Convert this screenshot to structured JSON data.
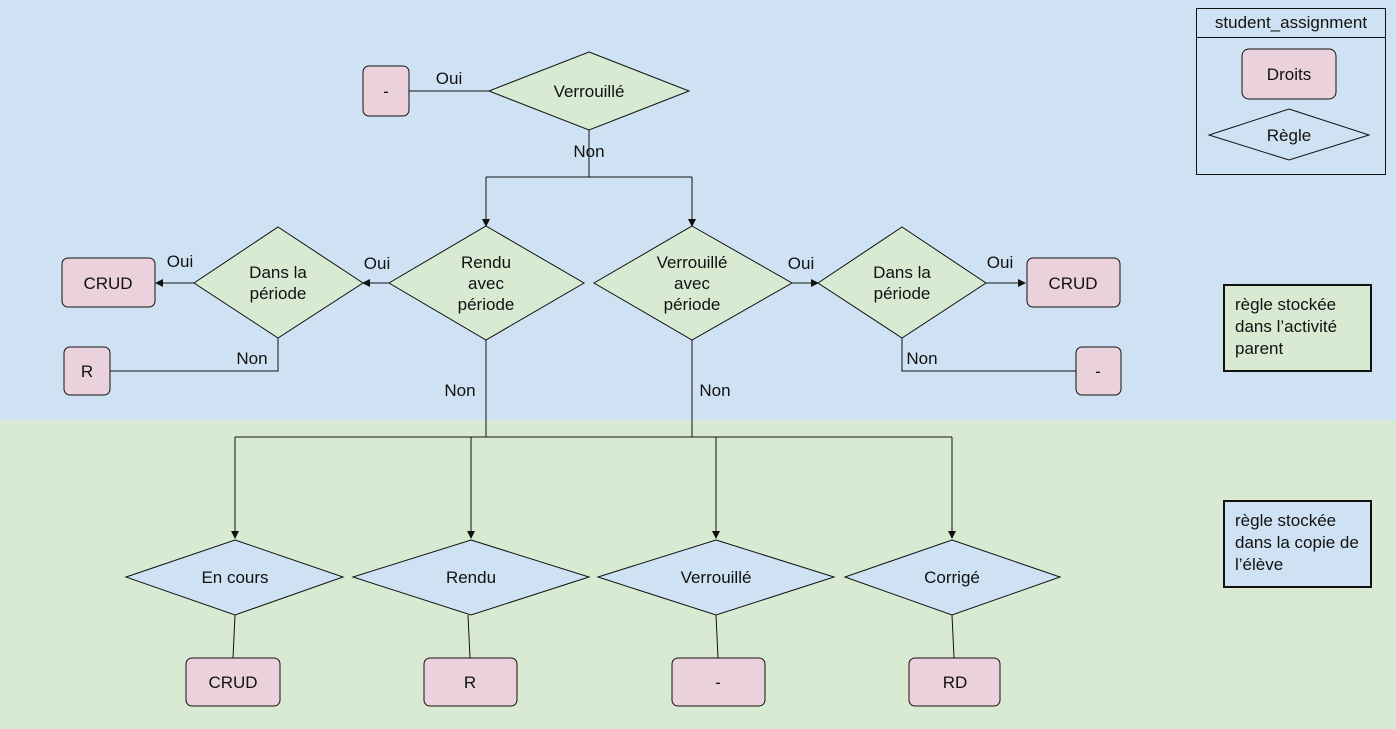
{
  "legend": {
    "title": "student_assignment",
    "rights_label": "Droits",
    "rule_label": "Règle"
  },
  "notes": {
    "parent_rule": "règle stockée dans l’activité parent",
    "copy_rule": "règle stockée dans la copie de l’élève"
  },
  "colors": {
    "top_band": "#cfe2f3",
    "bottom_band": "#d9ead3",
    "rights_box": "#ead1dc",
    "rule_top": "#d9ead3",
    "rule_bottom": "#cfe2f3"
  },
  "decisions": {
    "locked": [
      "Verrouillé"
    ],
    "rendered_with_period": [
      "Rendu",
      "avec",
      "période"
    ],
    "locked_with_period": [
      "Verrouillé",
      "avec",
      "période"
    ],
    "in_period_left": [
      "Dans la",
      "période"
    ],
    "in_period_right": [
      "Dans la",
      "période"
    ],
    "in_progress": [
      "En cours"
    ],
    "rendered": [
      "Rendu"
    ],
    "locked_state": [
      "Verrouillé"
    ],
    "corrected": [
      "Corrigé"
    ]
  },
  "rights": {
    "locked_yes": "-",
    "in_period_left_yes": "CRUD",
    "in_period_left_no": "R",
    "in_period_right_yes": "CRUD",
    "in_period_right_no": "-",
    "in_progress": "CRUD",
    "rendered": "R",
    "locked_state": "-",
    "corrected": "RD"
  },
  "edge_labels": {
    "yes": "Oui",
    "no": "Non"
  }
}
